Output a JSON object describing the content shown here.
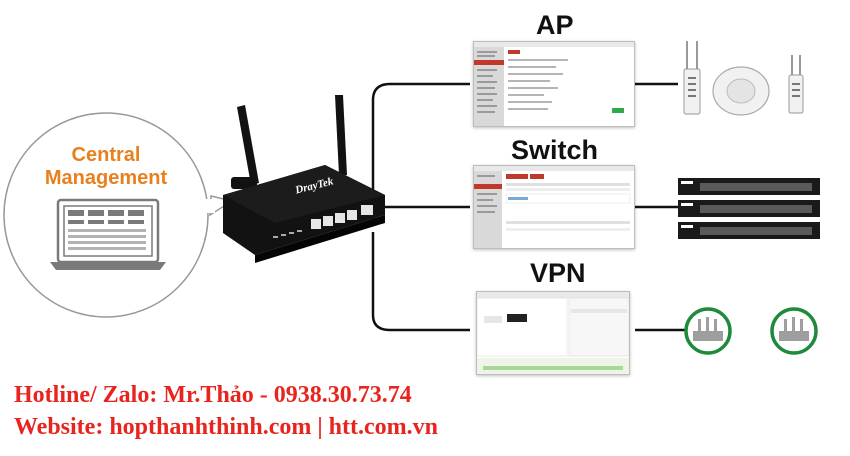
{
  "central": {
    "line1": "Central",
    "line2": "Management"
  },
  "router": {
    "brand": "DrayTek"
  },
  "sections": {
    "ap": "AP",
    "switch": "Switch",
    "vpn": "VPN"
  },
  "colors": {
    "accent_orange": "#e8801f",
    "hotline_red": "#e8241e",
    "vpn_ring_green": "#1f8a3c",
    "line_dark": "#111111"
  },
  "footer": {
    "hotline": "Hotline/ Zalo: Mr.Thảo - 0938.30.73.74",
    "website": "Website: hopthanhthinh.com | htt.com.vn"
  }
}
